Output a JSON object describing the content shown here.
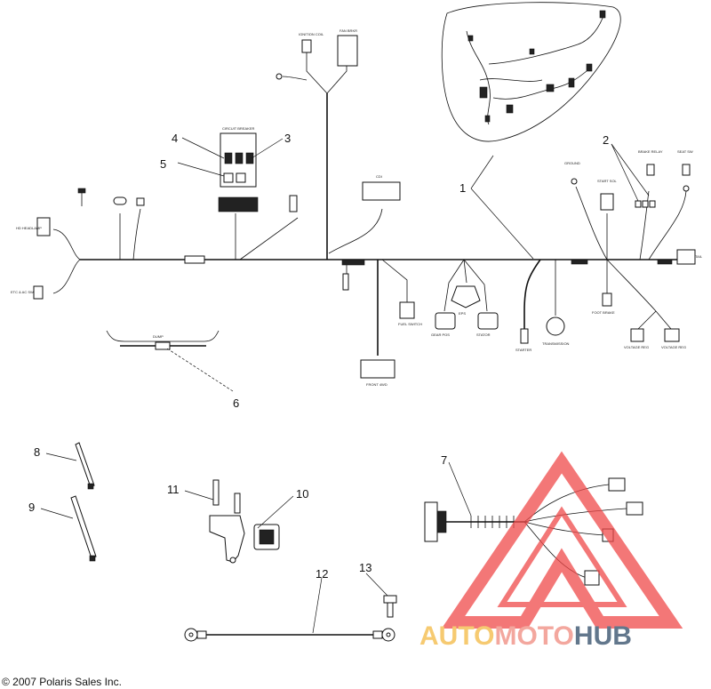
{
  "callouts": {
    "c1": "1",
    "c2": "2",
    "c3": "3",
    "c4": "4",
    "c5": "5",
    "c6": "6",
    "c7": "7",
    "c8": "8",
    "c9": "9",
    "c10": "10",
    "c11": "11",
    "c12": "12",
    "c13": "13"
  },
  "copyright": "© 2007 Polaris Sales Inc.",
  "watermark": {
    "part_a": "AUTO",
    "part_b": "MOTO",
    "part_c": "HUB",
    "color_a": "#f4b942",
    "color_b": "#f08a7e",
    "color_c": "#2e4a66",
    "triangle_color": "#f04a4a"
  }
}
